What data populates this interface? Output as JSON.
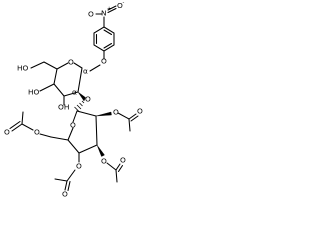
{
  "molecule": {
    "atoms": {
      "nitro_n": "N",
      "nitro_o_top": "O",
      "nitro_o_left": "O",
      "nitro_charge_n": "+",
      "nitro_charge_o": "-",
      "aryl_o": "O",
      "ring1_o": "O",
      "c6_oh": "HO",
      "c4_oh": "HO",
      "c3_oh": "OH",
      "link_o": "O",
      "ring2_o": "O",
      "c2_ester_o": "O",
      "c2_carbonyl_o": "O",
      "c3_ester_o": "O",
      "c3_carbonyl_o": "O",
      "c4_ester_o": "O",
      "c4_carbonyl_o": "O",
      "c6_ester_o": "O",
      "c6_carbonyl_o": "O"
    },
    "stereo_labels": {
      "c1_alpha": "α",
      "c2_alpha": "α"
    }
  }
}
